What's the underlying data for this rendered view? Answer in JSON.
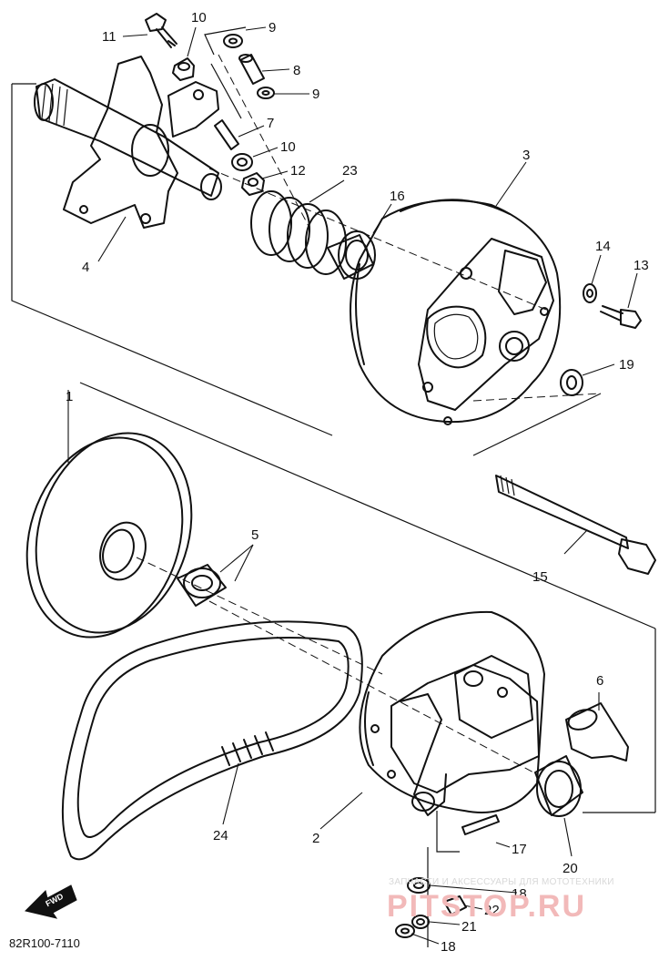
{
  "diagram_code": "82R100-7110",
  "fwd_arrow_label": "FWD",
  "watermark": {
    "small_text": "ЗАПЧАСТИ И АКСЕССУАРЫ ДЛЯ МОТОТЕХНИКИ",
    "big_text": "PITSTOP.RU"
  },
  "callouts": {
    "n1": "1",
    "n2": "2",
    "n3": "3",
    "n4": "4",
    "n5": "5",
    "n6": "6",
    "n7": "7",
    "n8": "8",
    "n9a": "9",
    "n9b": "9",
    "n10a": "10",
    "n10b": "10",
    "n11": "11",
    "n12": "12",
    "n13": "13",
    "n14": "14",
    "n15": "15",
    "n16": "16",
    "n17": "17",
    "n18a": "18",
    "n18b": "18",
    "n19": "19",
    "n20": "20",
    "n21": "21",
    "n22": "22",
    "n23": "23",
    "n24": "24"
  }
}
